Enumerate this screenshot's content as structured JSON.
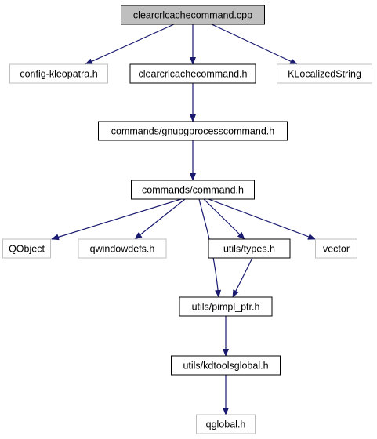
{
  "colors": {
    "edge": "#191970",
    "root_fill": "#bfbfbf",
    "box_border": "#000000",
    "external_border": "#bfbfbf",
    "text": "#000000"
  },
  "nodes": [
    {
      "id": "root",
      "label": "clearcrlcachecommand.cpp",
      "style": "root"
    },
    {
      "id": "config",
      "label": "config-kleopatra.h",
      "style": "external"
    },
    {
      "id": "header",
      "label": "clearcrlcachecommand.h",
      "style": "local"
    },
    {
      "id": "klocalized",
      "label": "KLocalizedString",
      "style": "external"
    },
    {
      "id": "gnupg",
      "label": "commands/gnupgprocesscommand.h",
      "style": "local"
    },
    {
      "id": "command",
      "label": "commands/command.h",
      "style": "local"
    },
    {
      "id": "qobject",
      "label": "QObject",
      "style": "external"
    },
    {
      "id": "qwindowdefs",
      "label": "qwindowdefs.h",
      "style": "external"
    },
    {
      "id": "types",
      "label": "utils/types.h",
      "style": "local"
    },
    {
      "id": "vector",
      "label": "vector",
      "style": "external"
    },
    {
      "id": "pimpl",
      "label": "utils/pimpl_ptr.h",
      "style": "local"
    },
    {
      "id": "kdtools",
      "label": "utils/kdtoolsglobal.h",
      "style": "local"
    },
    {
      "id": "qglobal",
      "label": "qglobal.h",
      "style": "external"
    }
  ],
  "edges": [
    {
      "from": "root",
      "to": "config"
    },
    {
      "from": "root",
      "to": "header"
    },
    {
      "from": "root",
      "to": "klocalized"
    },
    {
      "from": "header",
      "to": "gnupg"
    },
    {
      "from": "gnupg",
      "to": "command"
    },
    {
      "from": "command",
      "to": "qobject"
    },
    {
      "from": "command",
      "to": "qwindowdefs"
    },
    {
      "from": "command",
      "to": "pimpl"
    },
    {
      "from": "command",
      "to": "types"
    },
    {
      "from": "command",
      "to": "vector"
    },
    {
      "from": "types",
      "to": "pimpl"
    },
    {
      "from": "pimpl",
      "to": "kdtools"
    },
    {
      "from": "kdtools",
      "to": "qglobal"
    }
  ]
}
